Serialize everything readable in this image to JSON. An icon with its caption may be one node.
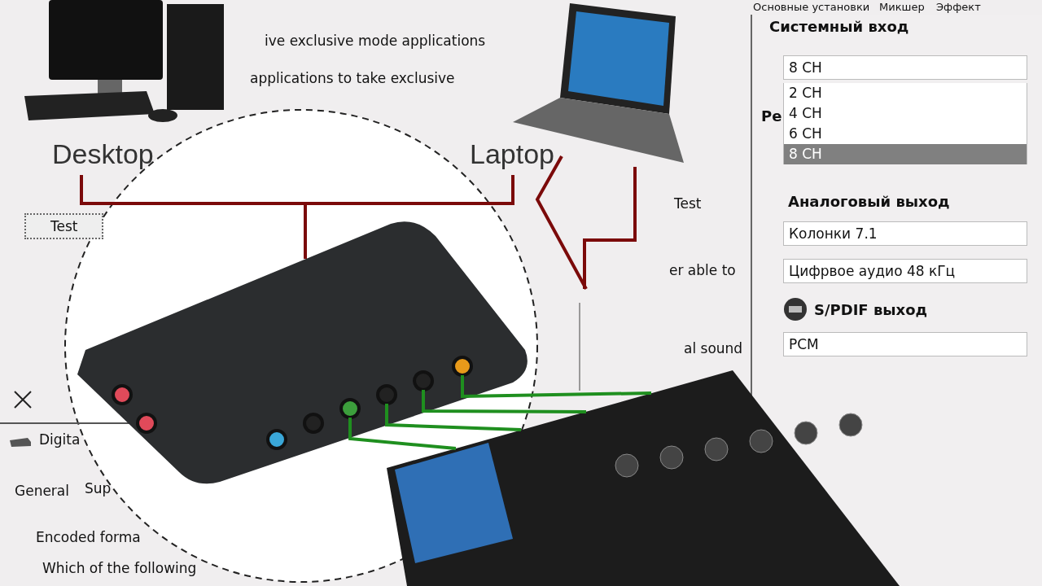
{
  "diagram": {
    "nodes": [
      {
        "text": [
          "Desktop"
        ]
      },
      {
        "text": [
          "Laptop"
        ]
      },
      {
        "text": [],
        "shape": "picture"
      },
      {
        "text": [],
        "shape": "picture"
      }
    ],
    "edges": [
      {
        "from": 0,
        "to": 2,
        "arrow": "none",
        "color": "#7b0a0a"
      },
      {
        "from": 1,
        "to": 2,
        "arrow": "none",
        "color": "#7b0a0a"
      },
      {
        "from": 1,
        "to": null,
        "arrow": "none",
        "color": "#7b0a0a"
      },
      {
        "from": 2,
        "to": 3,
        "arrow": "none",
        "color": "#1f8f1f"
      },
      {
        "from": 2,
        "to": 3,
        "arrow": "none",
        "color": "#1f8f1f"
      },
      {
        "from": 2,
        "to": 3,
        "arrow": "none",
        "color": "#1f8f1f"
      },
      {
        "from": 2,
        "to": 3,
        "arrow": "none",
        "color": "#1f8f1f"
      }
    ],
    "labels": [
      "Основные установки",
      "Микшер",
      "Эффект",
      "Системный вход",
      "8 CH",
      "2 CH",
      "4 CH",
      "6 CH",
      "8 CH",
      "Ре",
      "Аналоговый выход",
      "Колонки 7.1",
      "Цифрвое аудио 48 кГц",
      "S/PDIF выход",
      "PCM",
      "ive exclusive mode applications",
      "applications to take exclusive",
      "Test",
      "Test",
      "er able to",
      "al sound",
      "Digita",
      "General",
      "Sup",
      "Encoded forma",
      "Which of the following"
    ]
  }
}
